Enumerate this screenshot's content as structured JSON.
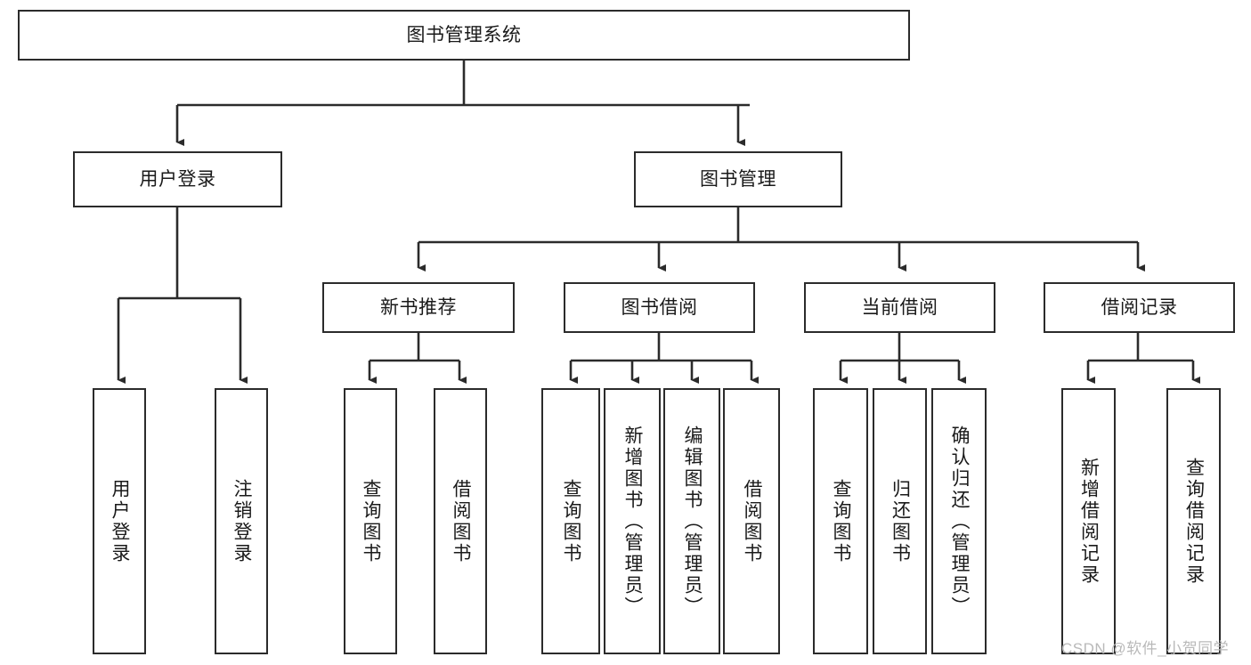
{
  "diagram": {
    "title": "图书管理系统",
    "type": "hierarchy-tree",
    "watermark": "CSDN @软件_小贺同学",
    "colors": {
      "box_border": "#2b2b2b",
      "box_fill": "#ffffff",
      "connector": "#2b2b2b",
      "text": "#1a1a1a",
      "watermark": "#b9b9b9"
    },
    "levels": {
      "root": {
        "label": "图书管理系统"
      },
      "level1": [
        {
          "label": "用户登录"
        },
        {
          "label": "图书管理"
        }
      ],
      "level2": [
        {
          "label": "新书推荐"
        },
        {
          "label": "图书借阅"
        },
        {
          "label": "当前借阅"
        },
        {
          "label": "借阅记录"
        }
      ],
      "leaves_user_login": [
        {
          "label": "用户登录"
        },
        {
          "label": "注销登录"
        }
      ],
      "leaves_new_book": [
        {
          "label": "查询图书"
        },
        {
          "label": "借阅图书"
        }
      ],
      "leaves_borrow": [
        {
          "label": "查询图书"
        },
        {
          "label": "新增图书（管理员）"
        },
        {
          "label": "编辑图书（管理员）"
        },
        {
          "label": "借阅图书"
        }
      ],
      "leaves_current": [
        {
          "label": "查询图书"
        },
        {
          "label": "归还图书"
        },
        {
          "label": "确认归还（管理员）"
        }
      ],
      "leaves_records": [
        {
          "label": "新增借阅记录"
        },
        {
          "label": "查询借阅记录"
        }
      ]
    }
  }
}
